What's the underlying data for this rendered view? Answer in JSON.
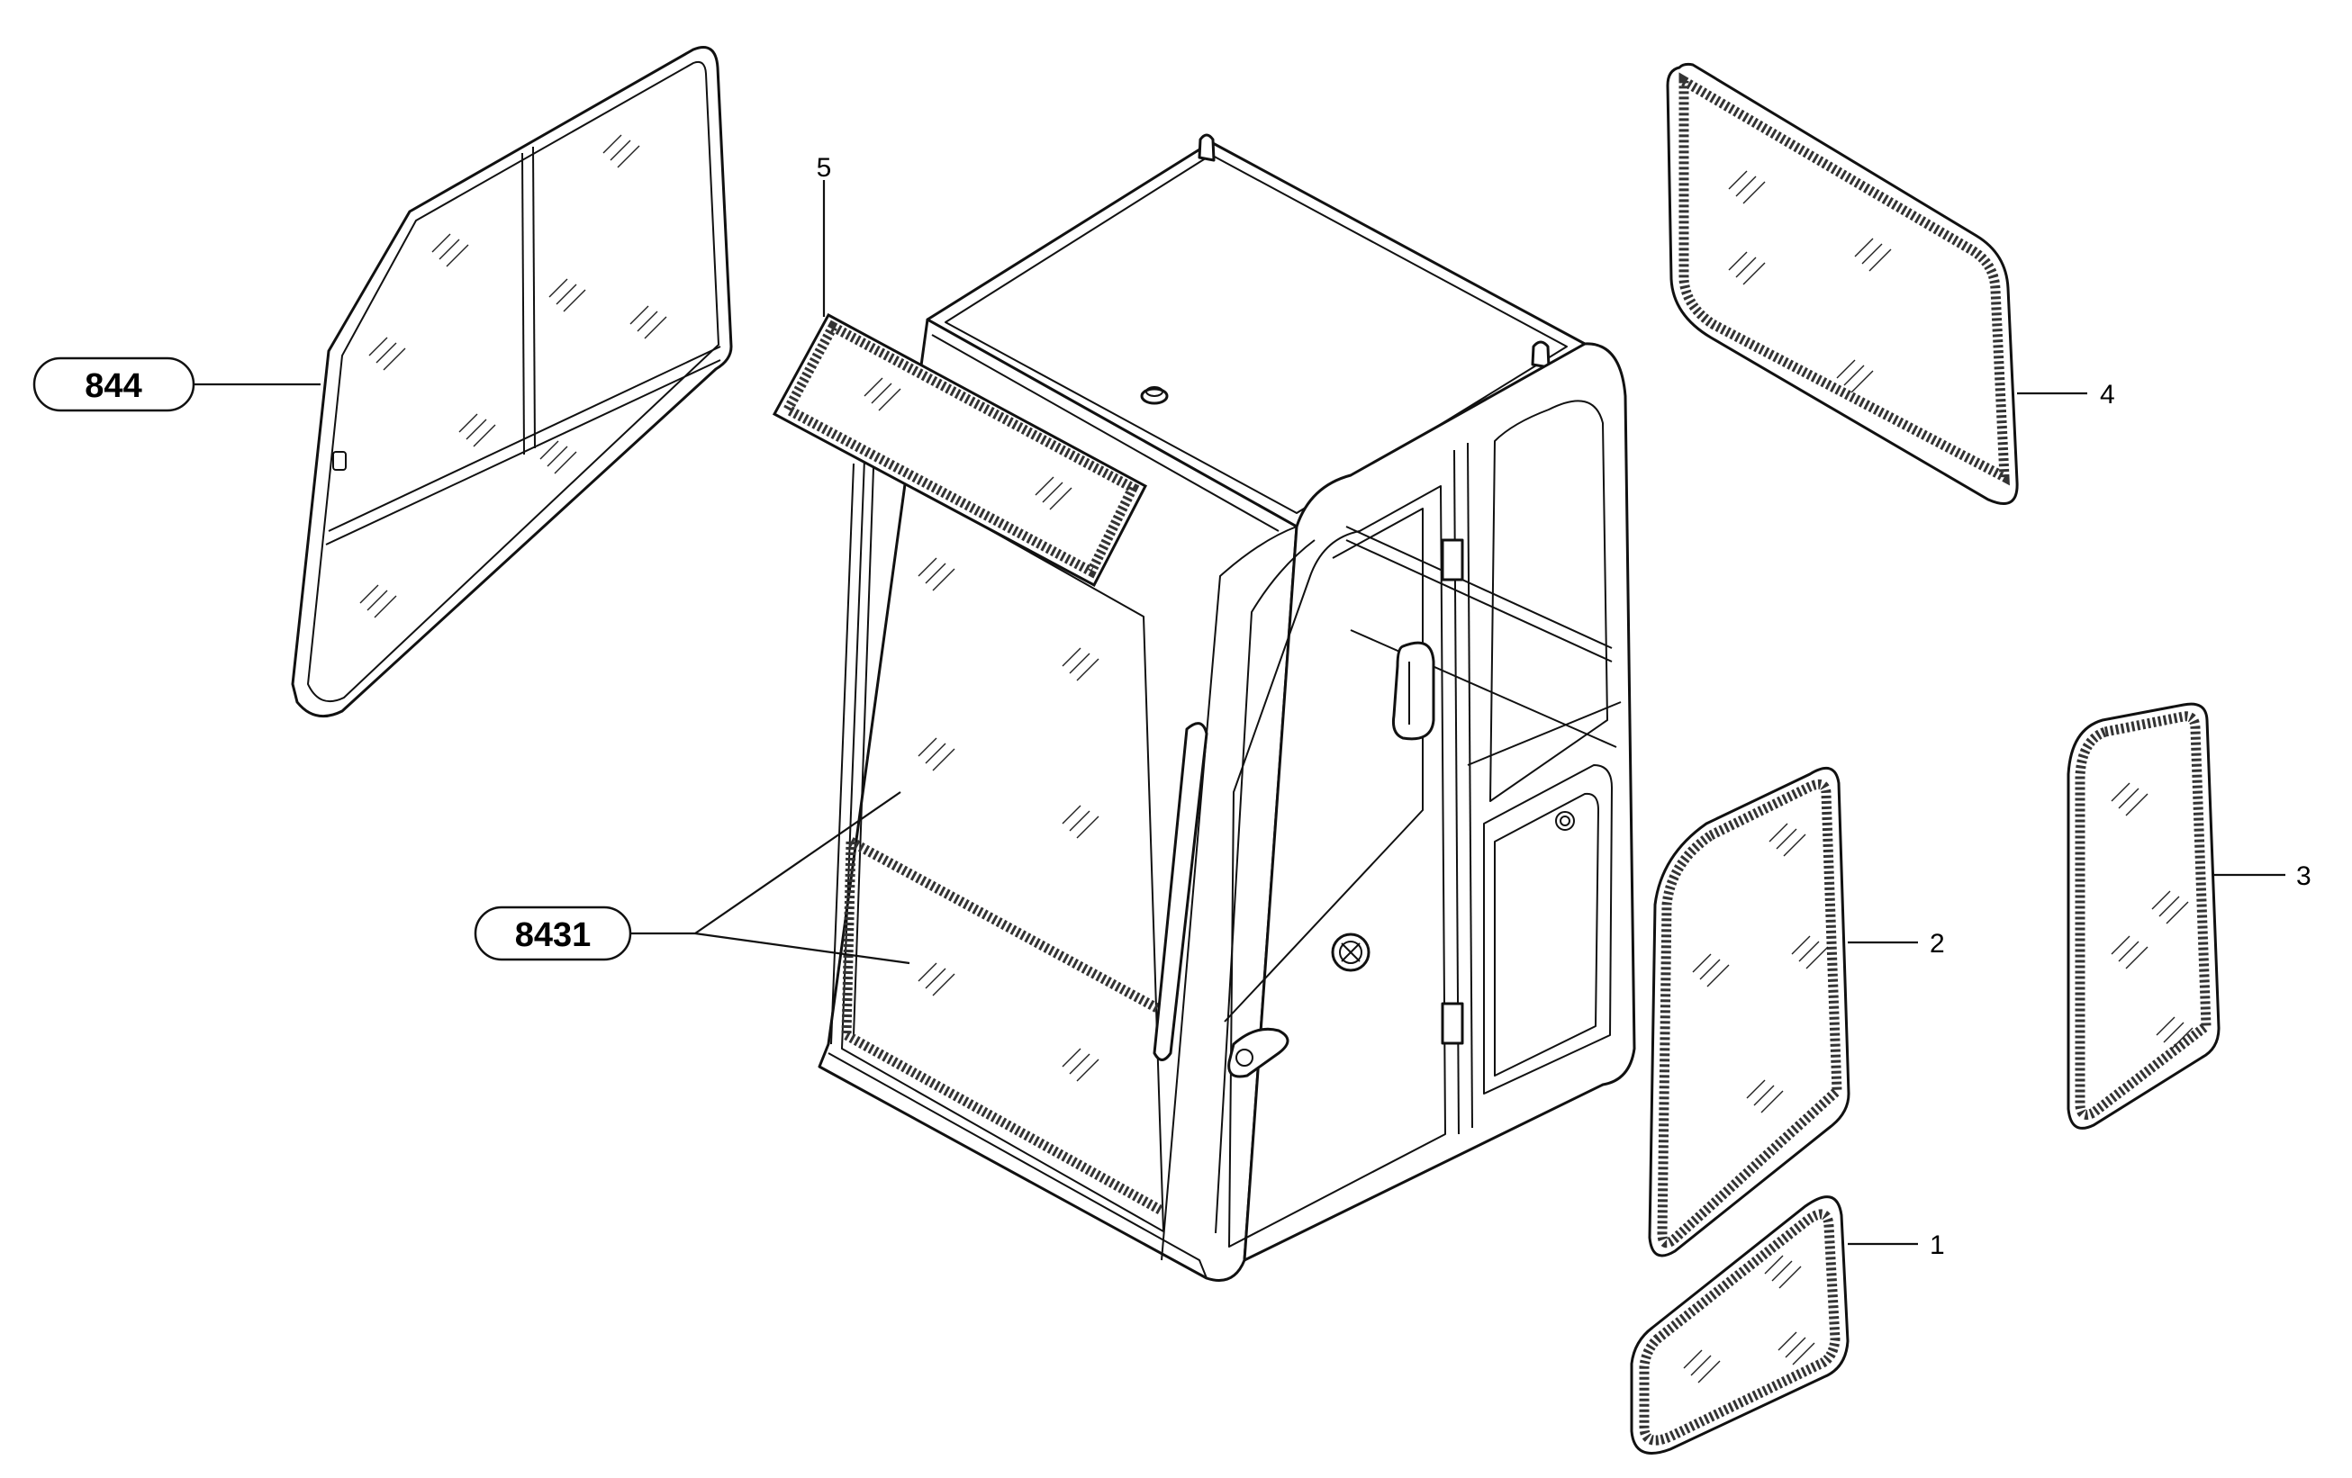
{
  "callouts": {
    "ref_844": "844",
    "ref_8431": "8431",
    "item_1": "1",
    "item_2": "2",
    "item_3": "3",
    "item_4": "4",
    "item_5": "5"
  },
  "colors": {
    "line": "#111111",
    "background": "#ffffff",
    "seal": "#333333"
  }
}
